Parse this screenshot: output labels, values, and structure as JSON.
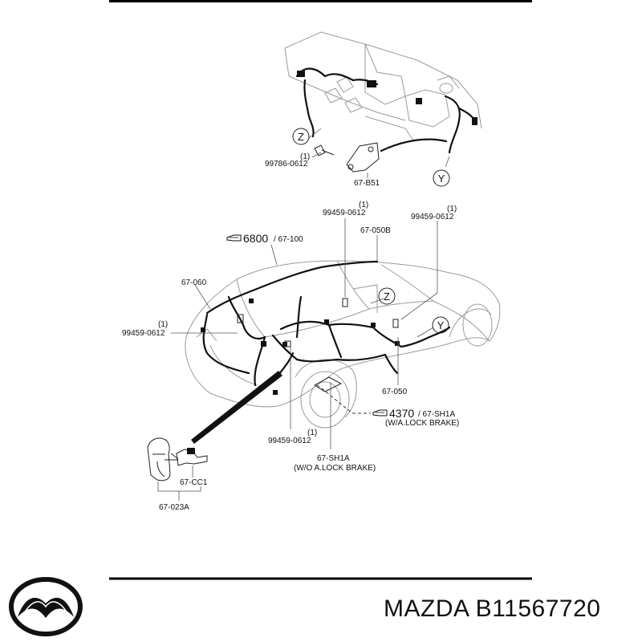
{
  "callouts": {
    "bolt_top_qty": "(1)",
    "bolt_top": "99786-0612",
    "bracket_top": "67-B51",
    "circle_z": "Z",
    "circle_y": "Y",
    "bolt_mid1_qty": "(1)",
    "bolt_mid1": "99459-0612",
    "bolt_mid2_qty": "(1)",
    "bolt_mid2": "99459-0612",
    "ref_6800_num": "6800",
    "ref_6800_part": "/ 67-100",
    "harness_050b": "67-050B",
    "harness_060": "67-060",
    "bolt_left_qty": "(1)",
    "bolt_left": "99459-0612",
    "harness_050": "67-050",
    "ref_4370_num": "4370",
    "ref_4370_part": "/ 67-SH1A",
    "ref_4370_note": "(W/A.LOCK BRAKE)",
    "bolt_low_qty": "(1)",
    "bolt_low": "99459-0612",
    "sh1a": "67-SH1A",
    "sh1a_note": "(W/O A.LOCK BRAKE)",
    "cc1": "67-CC1",
    "part_023a": "67-023A"
  },
  "brand": {
    "logo_name": "mazda-logo",
    "title": "MAZDA B11567720"
  },
  "colors": {
    "ink": "#111111",
    "car_outline": "#9a9a9a"
  }
}
